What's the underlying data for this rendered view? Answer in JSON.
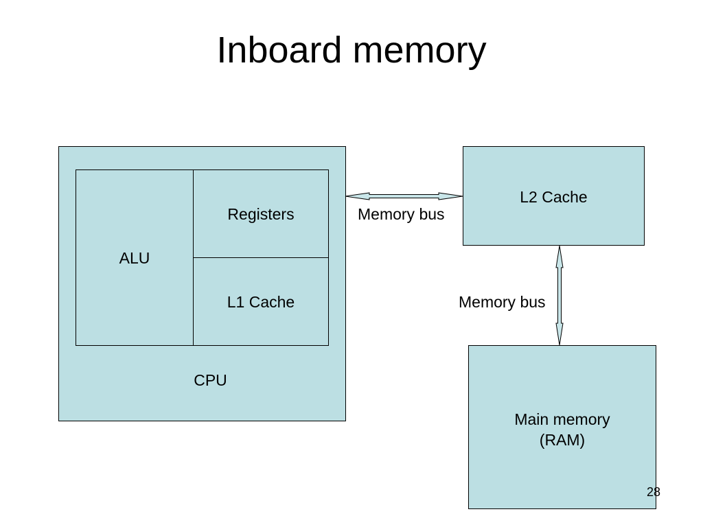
{
  "slide": {
    "title": "Inboard memory",
    "page_number": "28"
  },
  "colors": {
    "box_fill": "#bcdfe3",
    "box_border": "#000000",
    "arrow_fill": "#c9e6e9"
  },
  "diagram": {
    "cpu": {
      "label": "CPU",
      "alu": "ALU",
      "registers": "Registers",
      "l1_cache": "L1 Cache"
    },
    "l2_cache": "L2 Cache",
    "main_memory": {
      "line1": "Main memory",
      "line2": "(RAM)"
    },
    "bus_horizontal": "Memory bus",
    "bus_vertical": "Memory bus"
  }
}
